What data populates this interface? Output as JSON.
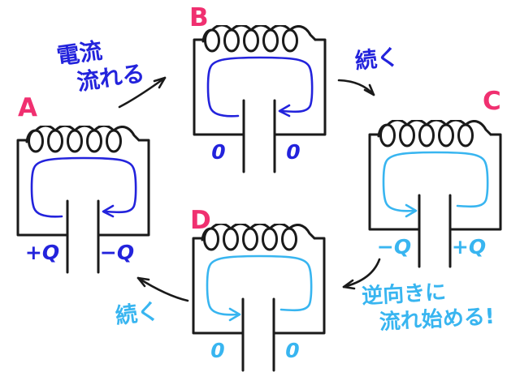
{
  "palette": {
    "pink": "#f03070",
    "dark_blue": "#2323dc",
    "cyan": "#38b5f0",
    "ink": "#1a1a1a"
  },
  "circuits": [
    {
      "label": "A",
      "left_plate": "+Q",
      "right_plate": "−Q",
      "loop_color": "#2323dc",
      "current_arrow": "toward-right-plate"
    },
    {
      "label": "B",
      "left_plate": "0",
      "right_plate": "0",
      "loop_color": "#2323dc",
      "current_arrow": "toward-right-plate"
    },
    {
      "label": "C",
      "left_plate": "−Q",
      "right_plate": "+Q",
      "loop_color": "#38b5f0",
      "current_arrow": "toward-left-plate"
    },
    {
      "label": "D",
      "left_plate": "0",
      "right_plate": "0",
      "loop_color": "#38b5f0",
      "current_arrow": "toward-left-plate"
    }
  ],
  "annotations": {
    "current_flows": {
      "line1": "電流",
      "line2": "流れる",
      "color": "#2323dc"
    },
    "continues_top": {
      "text": "続く",
      "color": "#2323dc"
    },
    "reverse_flow": {
      "line1": "逆向きに",
      "line2": "流れ始める!",
      "color": "#38b5f0"
    },
    "continues_bottom": {
      "text": "続く",
      "color": "#38b5f0"
    }
  }
}
